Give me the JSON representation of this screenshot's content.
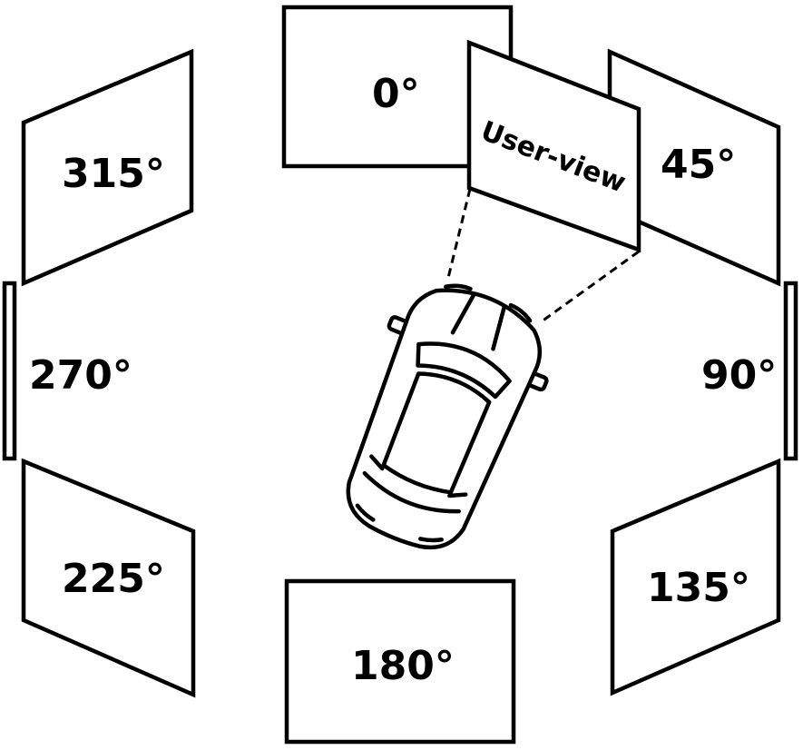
{
  "views": {
    "v0": "0°",
    "v45": "45°",
    "v90": "90°",
    "v135": "135°",
    "v180": "180°",
    "v225": "225°",
    "v270": "270°",
    "v315": "315°",
    "user_view": "User-view"
  }
}
